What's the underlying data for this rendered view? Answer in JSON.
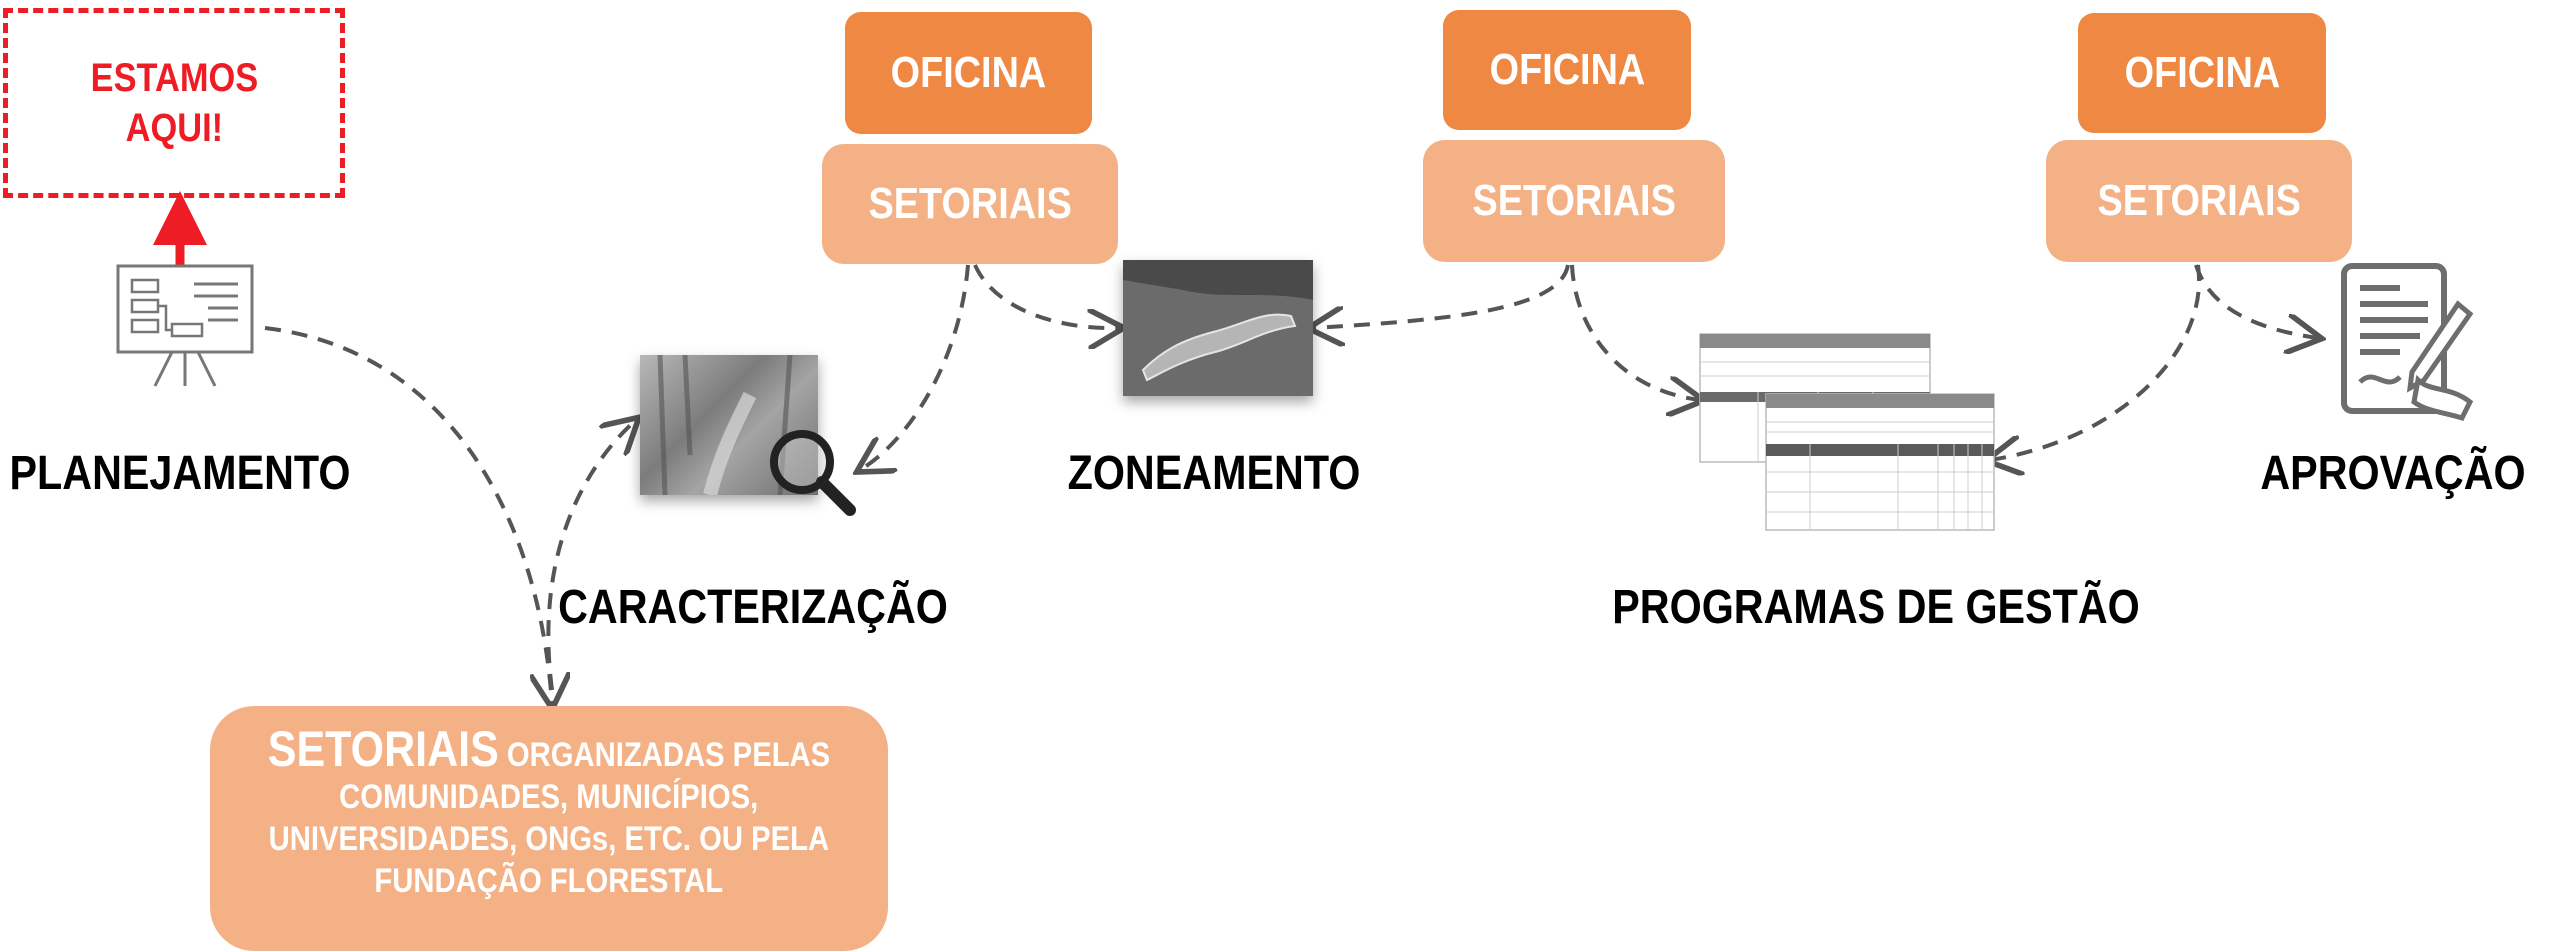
{
  "here_marker": {
    "line1": "ESTAMOS",
    "line2": "AQUI!"
  },
  "stages": {
    "planejamento": "PLANEJAMENTO",
    "caracterizacao": "CARACTERIZAÇÃO",
    "zoneamento": "ZONEAMENTO",
    "programas": "PROGRAMAS DE GESTÃO",
    "aprovacao": "APROVAÇÃO"
  },
  "workshops": [
    {
      "oficina": "OFICINA",
      "setoriais": "SETORIAIS"
    },
    {
      "oficina": "OFICINA",
      "setoriais": "SETORIAIS"
    },
    {
      "oficina": "OFICINA",
      "setoriais": "SETORIAIS"
    }
  ],
  "sector_note": {
    "highlight": "SETORIAIS",
    "line1_rest": " ORGANIZADAS PELAS",
    "line2": "COMUNIDADES, MUNICÍPIOS,",
    "line3": "UNIVERSIDADES,  ONGs, ETC. OU PELA",
    "line4": "FUNDAÇÃO FLORESTAL"
  },
  "colors": {
    "oficina": "#ee8843",
    "setoriais": "#f4b185",
    "marker": "#ee1c24",
    "connector": "#555555"
  },
  "icons": [
    "presentation-board-icon",
    "forest-photo-icon",
    "magnifier-icon",
    "coast-map-icon",
    "management-table-icon",
    "signed-document-icon"
  ]
}
